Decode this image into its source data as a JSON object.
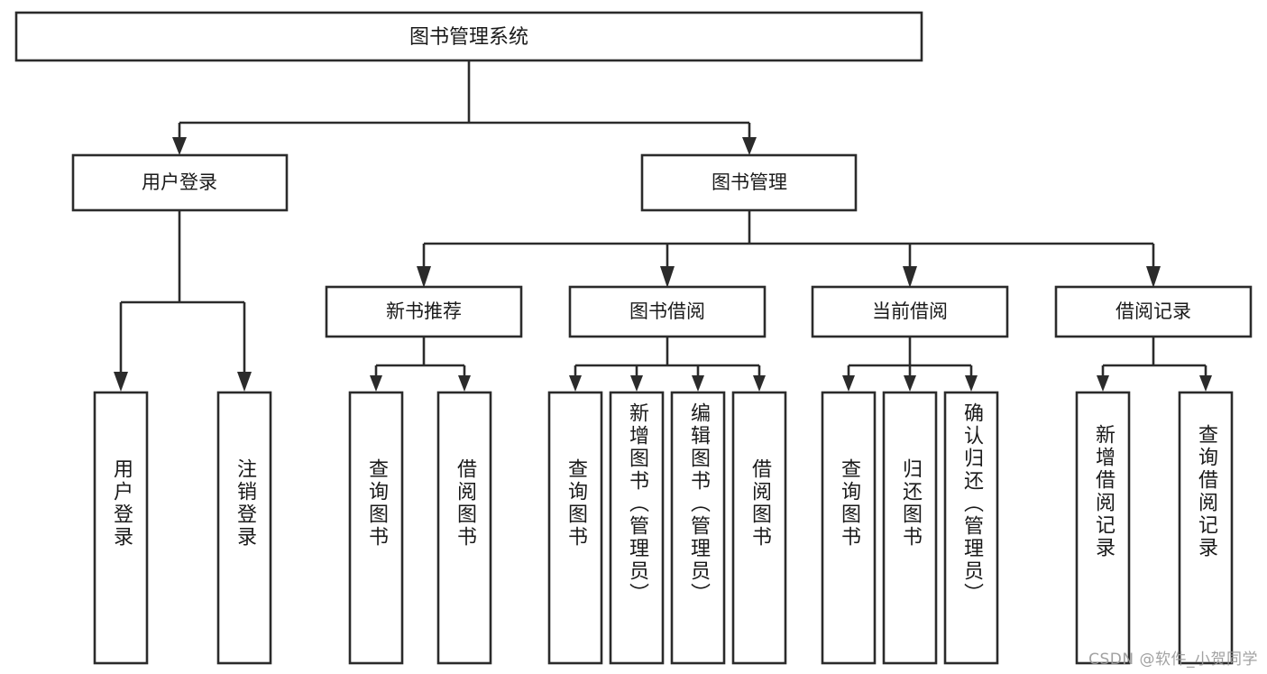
{
  "diagram": {
    "type": "tree-hierarchy",
    "title": "图书管理系统",
    "root": {
      "label": "图书管理系统",
      "children": [
        {
          "label": "用户登录",
          "children": [
            {
              "label": "用户登录"
            },
            {
              "label": "注销登录"
            }
          ]
        },
        {
          "label": "图书管理",
          "children": [
            {
              "label": "新书推荐",
              "children": [
                {
                  "label": "查询图书"
                },
                {
                  "label": "借阅图书"
                }
              ]
            },
            {
              "label": "图书借阅",
              "children": [
                {
                  "label": "查询图书"
                },
                {
                  "label": "新增图书（管理员）"
                },
                {
                  "label": "编辑图书（管理员）"
                },
                {
                  "label": "借阅图书"
                }
              ]
            },
            {
              "label": "当前借阅",
              "children": [
                {
                  "label": "查询图书"
                },
                {
                  "label": "归还图书"
                },
                {
                  "label": "确认归还（管理员）"
                }
              ]
            },
            {
              "label": "借阅记录",
              "children": [
                {
                  "label": "新增借阅记录"
                },
                {
                  "label": "查询借阅记录"
                }
              ]
            }
          ]
        }
      ]
    },
    "nodes": {
      "title": "图书管理系统",
      "user_login": "用户登录",
      "book_manage": "图书管理",
      "new_book_rec": "新书推荐",
      "book_borrow": "图书借阅",
      "current_borrow": "当前借阅",
      "borrow_record": "借阅记录",
      "leaf_user_login": "用户登录",
      "leaf_user_logout": "注销登录",
      "leaf_rec_query": "查询图书",
      "leaf_rec_borrow": "借阅图书",
      "leaf_bb_query": "查询图书",
      "leaf_bb_add": "新增图书（管理员）",
      "leaf_bb_edit": "编辑图书（管理员）",
      "leaf_bb_borrow": "借阅图书",
      "leaf_cb_query": "查询图书",
      "leaf_cb_return": "归还图书",
      "leaf_cb_confirm": "确认归还（管理员）",
      "leaf_br_add": "新增借阅记录",
      "leaf_br_query": "查询借阅记录"
    },
    "colors": {
      "stroke": "#2b2b2b",
      "fill": "#ffffff",
      "text": "#1a1a1a",
      "watermark": "#9a9a9a"
    }
  },
  "watermark": {
    "text": "CSDN @软件_小贺同学"
  }
}
